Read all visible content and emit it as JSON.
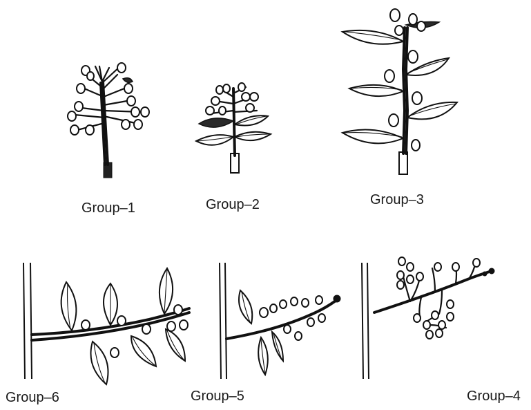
{
  "groups": [
    {
      "id": "group-1",
      "label": "Group–1"
    },
    {
      "id": "group-2",
      "label": "Group–2"
    },
    {
      "id": "group-3",
      "label": "Group–3"
    },
    {
      "id": "group-4",
      "label": "Group–4"
    },
    {
      "id": "group-5",
      "label": "Group–5"
    },
    {
      "id": "group-6",
      "label": "Group–6"
    }
  ]
}
